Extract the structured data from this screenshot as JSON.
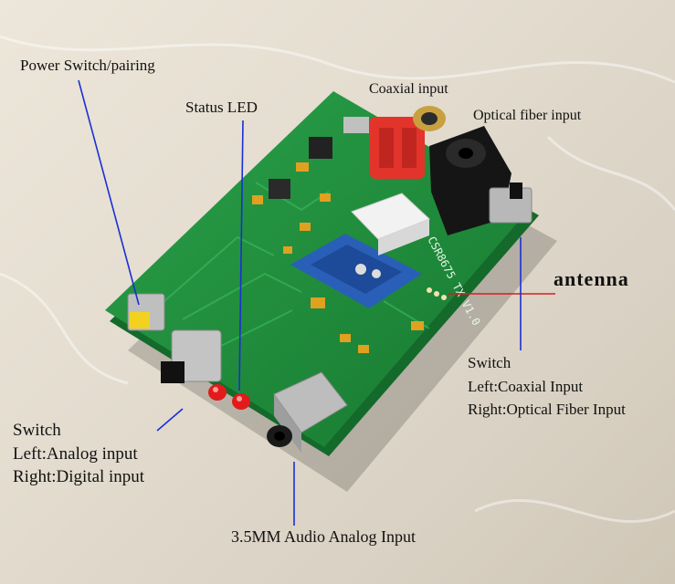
{
  "labels": {
    "power_switch": "Power Switch/pairing",
    "status_led": "Status LED",
    "coaxial_input": "Coaxial input",
    "optical_fiber_input": "Optical fiber input",
    "antenna": "antenna",
    "switch_right": {
      "title": "Switch",
      "left": "Left:Coaxial Input",
      "right": "Right:Optical Fiber Input"
    },
    "switch_left": {
      "title": "Switch",
      "left": "Left:Analog input",
      "right": "Right:Digital input"
    },
    "audio_input": "3.5MM Audio Analog Input"
  },
  "board_silkscreen": {
    "model": "CSR8675 TX V1.0"
  },
  "colors": {
    "pcb": "#1f8a3a",
    "pcb_edge": "#146a2a",
    "pointer_blue": "#1a2fd6",
    "pointer_red": "#d42020",
    "coax_red": "#e3342b",
    "optical_black": "#151515",
    "led_red": "#e11b1b",
    "module_blue": "#2a5fb8"
  }
}
